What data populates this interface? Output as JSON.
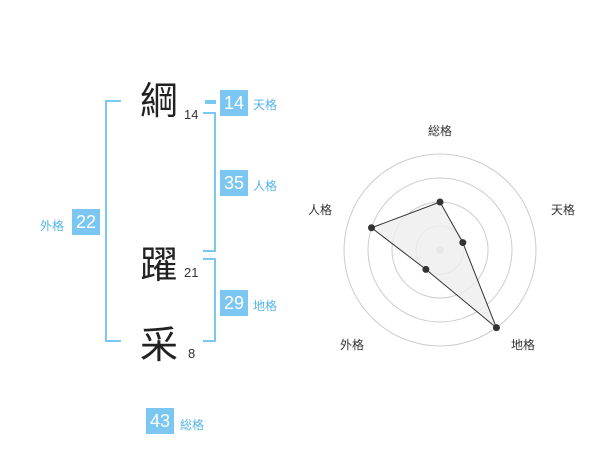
{
  "characters": [
    {
      "char": "綱",
      "strokes": "14"
    },
    {
      "char": "躍",
      "strokes": "21"
    },
    {
      "char": "采",
      "strokes": "8"
    }
  ],
  "fortunes": {
    "tenkaku": {
      "value": "14",
      "label": "天格"
    },
    "jinkaku": {
      "value": "35",
      "label": "人格"
    },
    "chikaku": {
      "value": "29",
      "label": "地格"
    },
    "gaikaku": {
      "value": "22",
      "label": "外格"
    },
    "soukaku": {
      "value": "43",
      "label": "総格"
    }
  },
  "chart_data": {
    "type": "radar",
    "axes": [
      "総格",
      "天格",
      "地格",
      "外格",
      "人格"
    ],
    "values": [
      2,
      1,
      4,
      1,
      3
    ],
    "rmax": 4,
    "rings": 4,
    "fill_color": "#eeeeee",
    "stroke_color": "#333333",
    "grid_color": "#cccccc"
  }
}
